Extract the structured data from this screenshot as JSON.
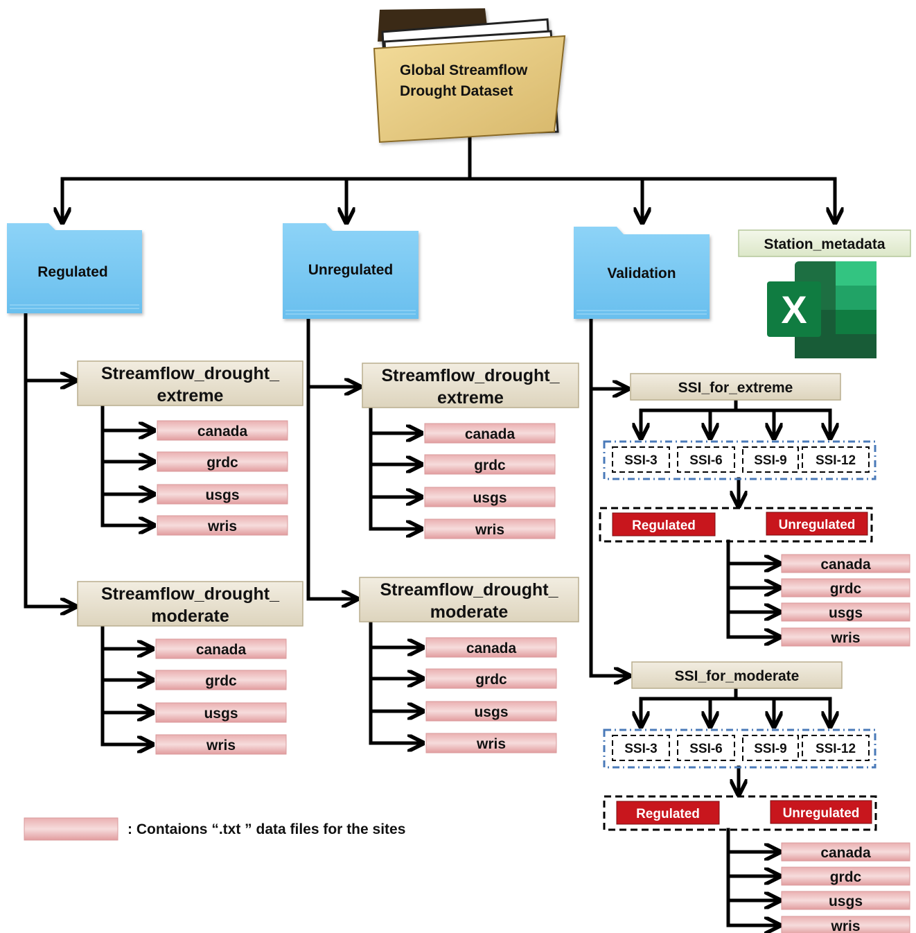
{
  "root": {
    "title_line1": "Global Streamflow",
    "title_line2": "Drought Dataset"
  },
  "folders": {
    "regulated": "Regulated",
    "unregulated": "Unregulated",
    "validation": "Validation"
  },
  "station_metadata": {
    "label": "Station_metadata",
    "icon": "excel-icon",
    "icon_letter": "X"
  },
  "subfolders": {
    "streamflow_line1": "Streamflow_drought_",
    "extreme_line2": "extreme",
    "moderate_line2": "moderate",
    "ssi_extreme": "SSI_for_extreme",
    "ssi_moderate": "SSI_for_moderate"
  },
  "regions": [
    "canada",
    "grdc",
    "usgs",
    "wris"
  ],
  "ssi_scales": [
    "SSI-3",
    "SSI-6",
    "SSI-9",
    "SSI-12"
  ],
  "validation_types": {
    "regulated": "Regulated",
    "unregulated": "Unregulated"
  },
  "legend": {
    "text": ": Contaions “.txt ” data files for the sites"
  },
  "colors": {
    "folder_blue": "#7cc9f2",
    "folder_tan": "#e9cf88",
    "header_tan": "#ece6d6",
    "region_pink": "#e8a9aa",
    "red_box": "#c8161d",
    "excel_green": "#1d6f42",
    "dash_blue": "#4a7ab8",
    "station_green": "#e6eed7"
  }
}
